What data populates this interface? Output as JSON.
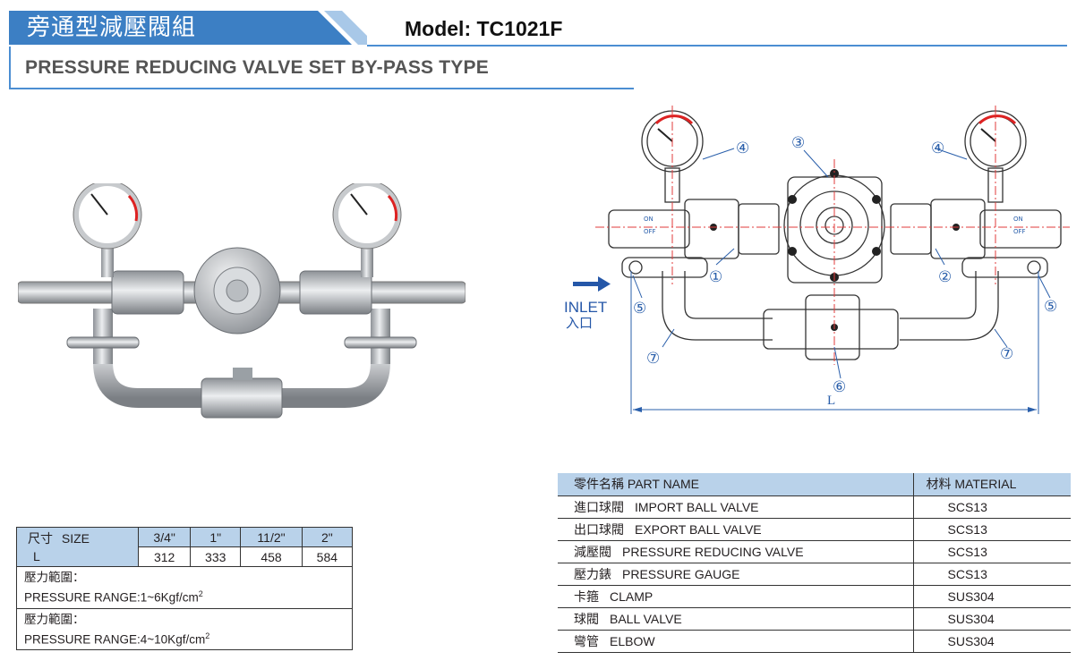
{
  "header": {
    "title_cn": "旁通型減壓閥組",
    "model": "Model: TC1021F",
    "subtitle": "PRESSURE REDUCING VALVE SET BY-PASS TYPE"
  },
  "diagram": {
    "inlet_en": "INLET",
    "inlet_cn": "入口",
    "length_label": "L",
    "callouts": [
      "①",
      "②",
      "③",
      "④",
      "④",
      "⑤",
      "⑤",
      "⑥",
      "⑦",
      "⑦"
    ],
    "switch_on": "ON",
    "switch_off": "OFF"
  },
  "size_table": {
    "header_cn": "尺寸",
    "header_en": "SIZE",
    "row_label": "L",
    "sizes": [
      "3/4\"",
      "1\"",
      "11/2\"",
      "2\""
    ],
    "lengths": [
      "312",
      "333",
      "458",
      "584"
    ],
    "ranges": [
      {
        "label": "壓力範圍：",
        "value": "PRESSURE RANGE:1~6Kgf/cm",
        "sup": "2"
      },
      {
        "label": "壓力範圍：",
        "value": "PRESSURE RANGE:4~10Kgf/cm",
        "sup": "2"
      }
    ]
  },
  "parts_table": {
    "header_name": "零件名稱  PART NAME",
    "header_material": "材料 MATERIAL",
    "rows": [
      {
        "cn": "進口球閥",
        "en": "IMPORT BALL VALVE",
        "material": "SCS13"
      },
      {
        "cn": "出口球閥",
        "en": "EXPORT BALL VALVE",
        "material": "SCS13"
      },
      {
        "cn": "減壓閥",
        "en": "PRESSURE REDUCING VALVE",
        "material": "SCS13"
      },
      {
        "cn": "壓力錶",
        "en": "PRESSURE GAUGE",
        "material": "SCS13"
      },
      {
        "cn": "卡箍",
        "en": "CLAMP",
        "material": "SUS304"
      },
      {
        "cn": "球閥",
        "en": "BALL VALVE",
        "material": "SUS304"
      },
      {
        "cn": "彎管",
        "en": "ELBOW",
        "material": "SUS304"
      }
    ]
  },
  "colors": {
    "accent_blue": "#4b8ed2",
    "table_header": "#b9d2ea",
    "diagram_line": "#2a5fab",
    "center_line": "#e03b3b"
  }
}
